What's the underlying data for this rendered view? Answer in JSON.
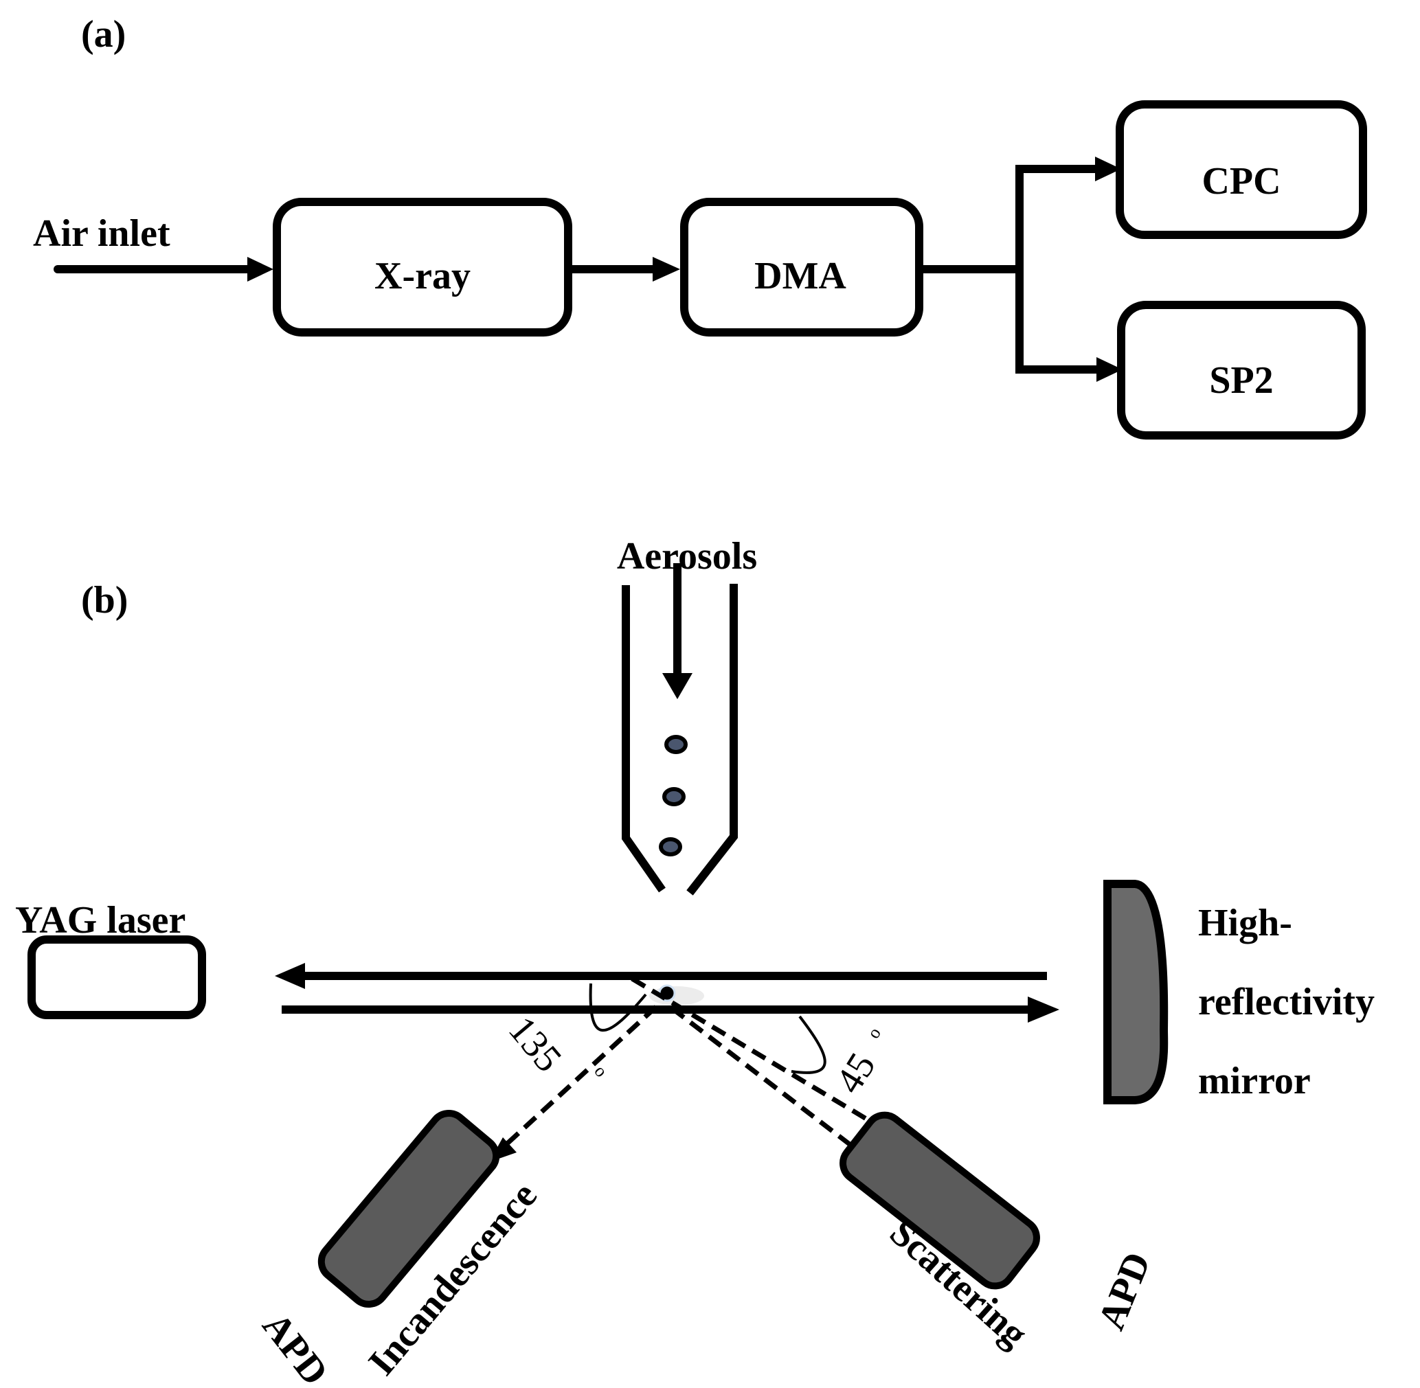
{
  "panel_a": {
    "label": "(a)",
    "input_label": "Air inlet",
    "nodes": [
      {
        "id": "xray",
        "label": "X-ray"
      },
      {
        "id": "dma",
        "label": "DMA"
      },
      {
        "id": "cpc",
        "label": "CPC"
      },
      {
        "id": "sp2",
        "label": "SP2"
      }
    ],
    "edges": [
      {
        "from": "air-inlet",
        "to": "xray"
      },
      {
        "from": "xray",
        "to": "dma"
      },
      {
        "from": "dma",
        "to": "cpc"
      },
      {
        "from": "dma",
        "to": "sp2"
      }
    ]
  },
  "panel_b": {
    "label": "(b)",
    "aerosols_label": "Aerosols",
    "laser_label": "YAG laser",
    "mirror_label_lines": [
      "High-",
      "reflectivity",
      "mirror"
    ],
    "angle_left": "135",
    "angle_right": "45",
    "degree_symbol": "o",
    "incandescence_label": "Incandescence",
    "scattering_label": "Scattering",
    "apd_left_label": "APD",
    "apd_right_label": "APD",
    "colors": {
      "detector_fill": "#5b5b5b",
      "particle_fill": "#4a566e"
    }
  }
}
